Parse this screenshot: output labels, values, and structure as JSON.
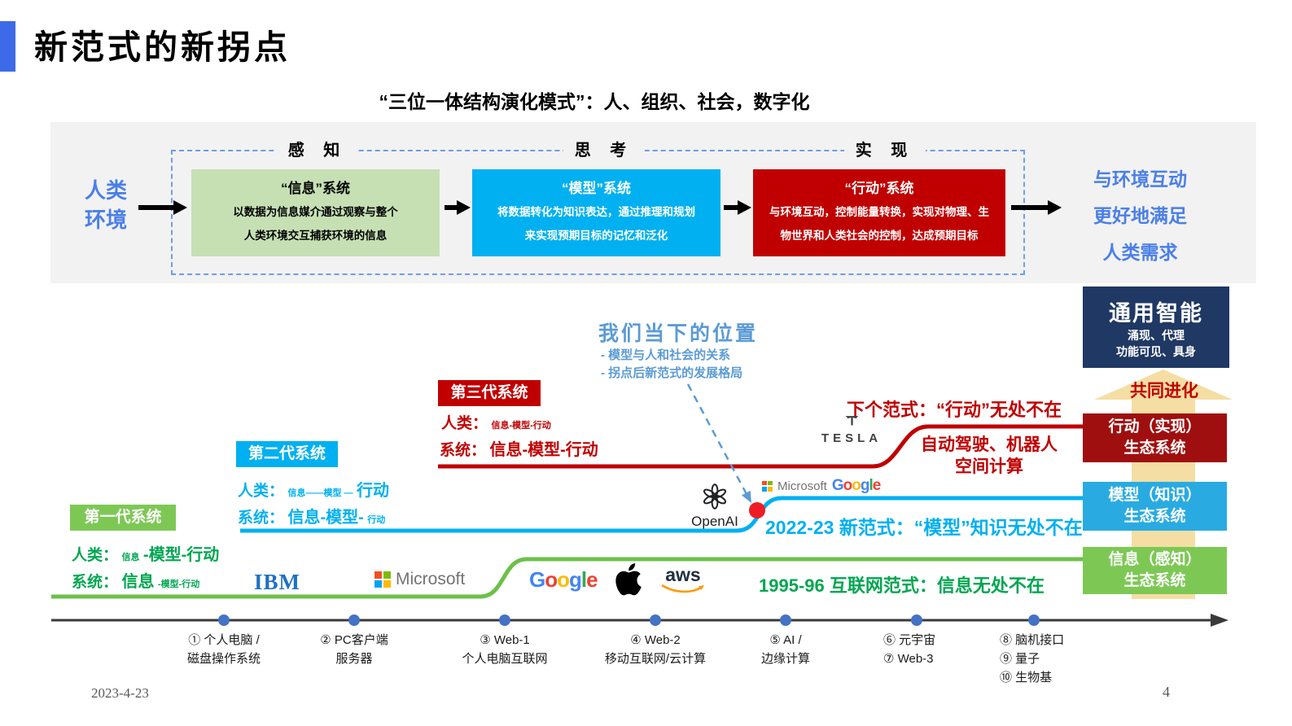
{
  "header": {
    "title": "新范式的新拐点",
    "subtitle": "“三位一体结构演化模式”：人、组织、社会，数字化"
  },
  "flow": {
    "env_line1": "人类",
    "env_line2": "环境",
    "phases": [
      "感 知",
      "思 考",
      "实 现"
    ],
    "stages": [
      {
        "title": "“信息”系统",
        "body1": "以数据为信息媒介通过观察与整个",
        "body2": "人类环境交互捕获环境的信息"
      },
      {
        "title": "“模型”系统",
        "body1": "将数据转化为知识表达，通过推理和规划",
        "body2": "来实现预期目标的记忆和泛化"
      },
      {
        "title": "“行动”系统",
        "body1": "与环境互动，控制能量转换，实现对物理、生",
        "body2": "物世界和人类社会的控制，达成预期目标"
      }
    ],
    "outcome_line1": "与环境互动",
    "outcome_line2": "更好地满足",
    "outcome_line3": "人类需求"
  },
  "annotation": {
    "title": "我们当下的位置",
    "bullet1": "- 模型与人和社会的关系",
    "bullet2": "- 拐点后新范式的发展格局"
  },
  "generations": {
    "gen1": {
      "label": "第一代系统",
      "human_label": "人类：",
      "human_small": "信息",
      "human_big": "-模型-行动",
      "system_label": "系统：",
      "system_big": "信息",
      "system_small": "-模型-行动"
    },
    "gen2": {
      "label": "第二代系统",
      "human_label": "人类：",
      "human_small": "信息——模型 —",
      "human_big": " 行动",
      "system_label": "系统：",
      "system_big": "信息-模型-",
      "system_small": "行动"
    },
    "gen3": {
      "label": "第三代系统",
      "human_label": "人类：",
      "human_small": "信息-模型-行动",
      "human_big": "",
      "system_label": "系统：",
      "system_big": "信息-模型-行动",
      "system_small": ""
    }
  },
  "paradigms": {
    "next": "下个范式：“行动”无处不在",
    "next_sub1": "自动驾驶、机器人",
    "next_sub2": "空间计算",
    "model_era": "2022-23  新范式：“模型”知识无处不在",
    "internet_era": "1995-96  互联网范式：信息无处不在"
  },
  "right_column": {
    "agi_title": "通用智能",
    "agi_sub1": "涌现、代理",
    "agi_sub2": "功能可见、具身",
    "coevolution": "共同进化",
    "eco_action_1": "行动（实现）",
    "eco_action_2": "生态系统",
    "eco_model_1": "模型（知识）",
    "eco_model_2": "生态系统",
    "eco_info_1": "信息（感知）",
    "eco_info_2": "生态系统"
  },
  "logos": {
    "ibm": "IBM",
    "microsoft": "Microsoft",
    "google_letters": [
      "G",
      "o",
      "o",
      "g",
      "l",
      "e"
    ],
    "aws": "aws",
    "openai": "OpenAI",
    "tesla": "TESLA"
  },
  "timeline": {
    "items": [
      {
        "l1": "① 个人电脑 /",
        "l2": "磁盘操作系统"
      },
      {
        "l1": "② PC客户端",
        "l2": "服务器"
      },
      {
        "l1": "③ Web-1",
        "l2": "个人电脑互联网"
      },
      {
        "l1": "④ Web-2",
        "l2": "移动互联网/云计算"
      },
      {
        "l1": "⑤ AI /",
        "l2": "边缘计算"
      },
      {
        "l1": "⑥ 元宇宙",
        "l2": "⑦ Web-3"
      },
      {
        "l1": "⑧ 脑机接口",
        "l2": "⑨ 量子",
        "l3": "⑩ 生物基"
      }
    ]
  },
  "footer": {
    "date": "2023-4-23",
    "page": "4"
  },
  "colors": {
    "accent_blue": "#3D6BE8",
    "annotation_blue": "#5B9BD5",
    "green_line": "#6CC04A",
    "blue_line": "#00B0F0",
    "red_line": "#C00000",
    "info_box": "#C6E0B4",
    "model_box": "#00B0F0",
    "action_box": "#C00000",
    "agi_box": "#1F3864",
    "eco_action": "#A00F0F",
    "eco_model": "#29ABE2",
    "eco_info": "#7DC855",
    "coevolution_arrow": "#F5DEA3",
    "green_text": "#00A650",
    "inflection_dot": "#EE1C25",
    "timeline_dot": "#4472C4"
  }
}
